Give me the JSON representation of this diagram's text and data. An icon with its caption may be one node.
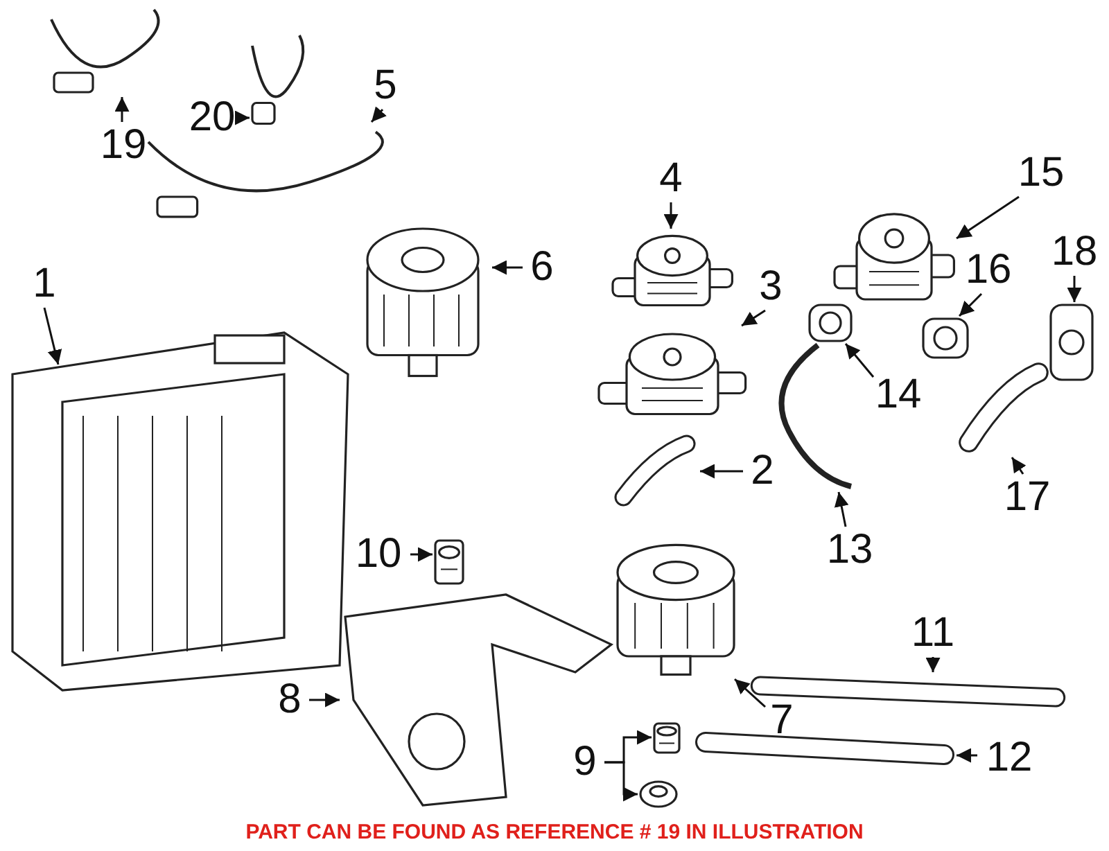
{
  "diagram": {
    "caption": "PART CAN BE FOUND AS REFERENCE # 19 IN ILLUSTRATION",
    "nodes": [
      {
        "text": [
          "1"
        ]
      },
      {
        "text": [],
        "shape": "picture"
      },
      {
        "text": [
          "2"
        ]
      },
      {
        "text": [],
        "shape": "picture"
      },
      {
        "text": [
          "3"
        ]
      },
      {
        "text": [],
        "shape": "picture"
      },
      {
        "text": [
          "4"
        ]
      },
      {
        "text": [],
        "shape": "picture"
      },
      {
        "text": [
          "5"
        ]
      },
      {
        "text": [],
        "shape": "picture"
      },
      {
        "text": [
          "6"
        ]
      },
      {
        "text": [],
        "shape": "picture"
      },
      {
        "text": [
          "7"
        ]
      },
      {
        "text": [],
        "shape": "picture"
      },
      {
        "text": [
          "8"
        ]
      },
      {
        "text": [],
        "shape": "picture"
      },
      {
        "text": [
          "9"
        ]
      },
      {
        "text": [],
        "shape": "picture"
      },
      {
        "text": [],
        "shape": "picture"
      },
      {
        "text": [
          "10"
        ]
      },
      {
        "text": [],
        "shape": "picture"
      },
      {
        "text": [
          "11"
        ]
      },
      {
        "text": [],
        "shape": "picture"
      },
      {
        "text": [
          "12"
        ]
      },
      {
        "text": [],
        "shape": "picture"
      },
      {
        "text": [
          "13"
        ]
      },
      {
        "text": [],
        "shape": "picture"
      },
      {
        "text": [
          "14"
        ]
      },
      {
        "text": [],
        "shape": "picture"
      },
      {
        "text": [
          "15"
        ]
      },
      {
        "text": [],
        "shape": "picture"
      },
      {
        "text": [
          "16"
        ]
      },
      {
        "text": [],
        "shape": "picture"
      },
      {
        "text": [
          "17"
        ]
      },
      {
        "text": [],
        "shape": "picture"
      },
      {
        "text": [
          "18"
        ]
      },
      {
        "text": [],
        "shape": "picture"
      },
      {
        "text": [
          "19"
        ]
      },
      {
        "text": [],
        "shape": "picture"
      },
      {
        "text": [
          "20"
        ]
      },
      {
        "text": [],
        "shape": "picture"
      }
    ],
    "edges": [
      {
        "from": 0,
        "to": 1,
        "arrow": "to"
      },
      {
        "from": 2,
        "to": 3,
        "arrow": "to"
      },
      {
        "from": 4,
        "to": 5,
        "arrow": "to"
      },
      {
        "from": 6,
        "to": 7,
        "arrow": "to"
      },
      {
        "from": 8,
        "to": 9,
        "arrow": "to"
      },
      {
        "from": 10,
        "to": 11,
        "arrow": "to"
      },
      {
        "from": 12,
        "to": 13,
        "arrow": "to"
      },
      {
        "from": 14,
        "to": 15,
        "arrow": "to"
      },
      {
        "from": 16,
        "to": 17,
        "arrow": "to"
      },
      {
        "from": 16,
        "to": 18,
        "arrow": "to"
      },
      {
        "from": 19,
        "to": 20,
        "arrow": "to"
      },
      {
        "from": 21,
        "to": 22,
        "arrow": "to"
      },
      {
        "from": 23,
        "to": 24,
        "arrow": "to"
      },
      {
        "from": 25,
        "to": 26,
        "arrow": "to"
      },
      {
        "from": 27,
        "to": 28,
        "arrow": "to"
      },
      {
        "from": 29,
        "to": 30,
        "arrow": "to"
      },
      {
        "from": 31,
        "to": 32,
        "arrow": "to"
      },
      {
        "from": 33,
        "to": 34,
        "arrow": "to"
      },
      {
        "from": 35,
        "to": 36,
        "arrow": "to"
      },
      {
        "from": 37,
        "to": 38,
        "arrow": "to"
      },
      {
        "from": 39,
        "to": 40,
        "arrow": "to"
      }
    ]
  }
}
